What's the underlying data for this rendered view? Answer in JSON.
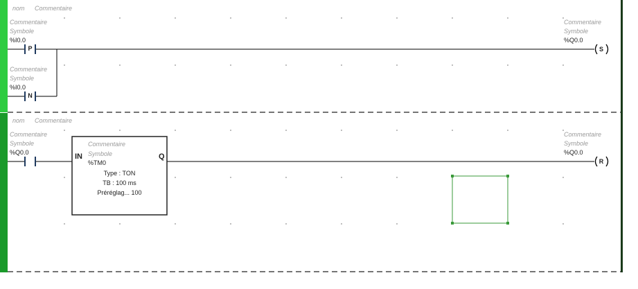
{
  "rung1": {
    "header": {
      "name": "nom",
      "comment": "Commentaire"
    },
    "contact_p": {
      "comment": "Commentaire",
      "symbol": "Symbole",
      "address": "%I0.0",
      "edge": "P"
    },
    "contact_n": {
      "comment": "Commentaire",
      "symbol": "Symbole",
      "address": "%I0.0",
      "edge": "N"
    },
    "coil": {
      "comment": "Commentaire",
      "symbol": "Symbole",
      "address": "%Q0.0",
      "type": "S"
    }
  },
  "rung2": {
    "header": {
      "name": "nom",
      "comment": "Commentaire"
    },
    "contact": {
      "comment": "Commentaire",
      "symbol": "Symbole",
      "address": "%Q0.0"
    },
    "timer": {
      "comment": "Commentaire",
      "symbol": "Symbole",
      "address": "%TM0",
      "input_pin": "IN",
      "output_pin": "Q",
      "type_line": "Type : TON",
      "tb_line": "TB : 100 ms",
      "preset_line": "Préréglag... 100"
    },
    "coil": {
      "comment": "Commentaire",
      "symbol": "Symbole",
      "address": "%Q0.0",
      "type": "R"
    }
  },
  "colors": {
    "rail_bright": "#2ecc40",
    "rail_dark": "#1a9a2a",
    "right_rail": "#1a3a1a",
    "selection": "#3a9a3a",
    "wire": "#000000",
    "contact": "#1f3a5f"
  }
}
